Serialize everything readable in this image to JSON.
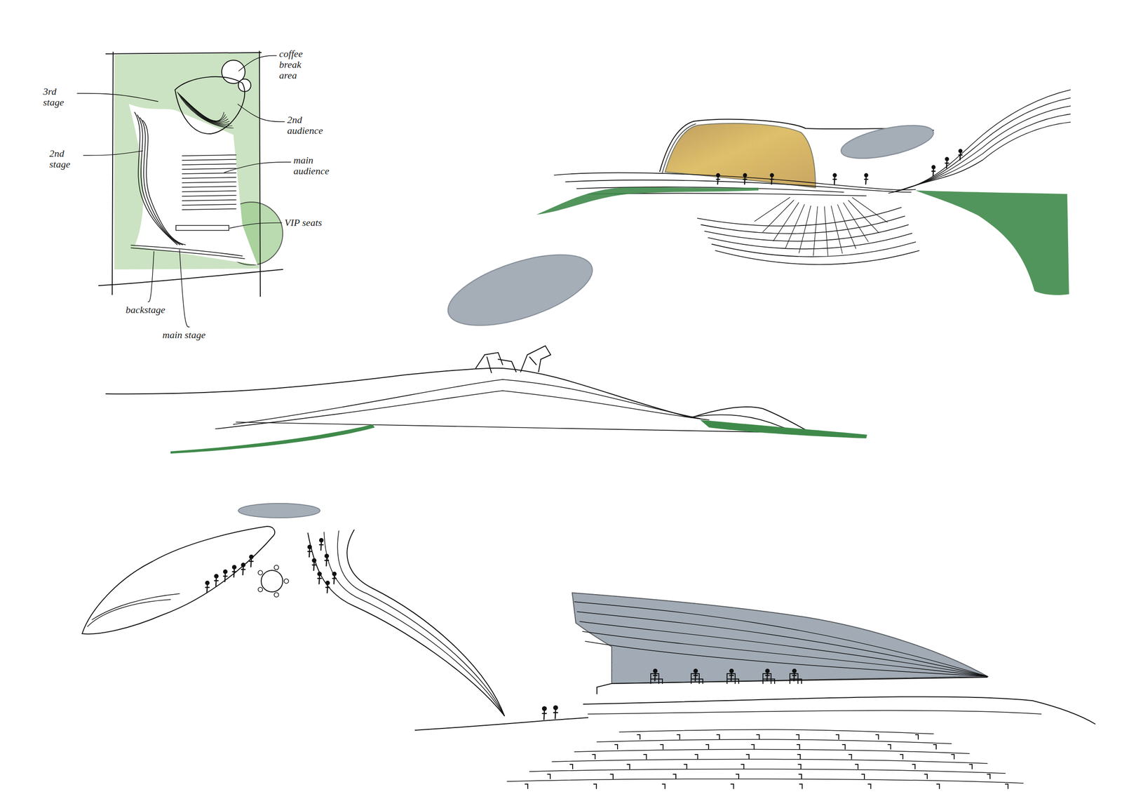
{
  "diagram": {
    "labels": [
      "3rd stage",
      "coffee break area",
      "2nd stage",
      "2nd audience",
      "main audience",
      "VIP seats",
      "backstage",
      "main stage"
    ]
  }
}
